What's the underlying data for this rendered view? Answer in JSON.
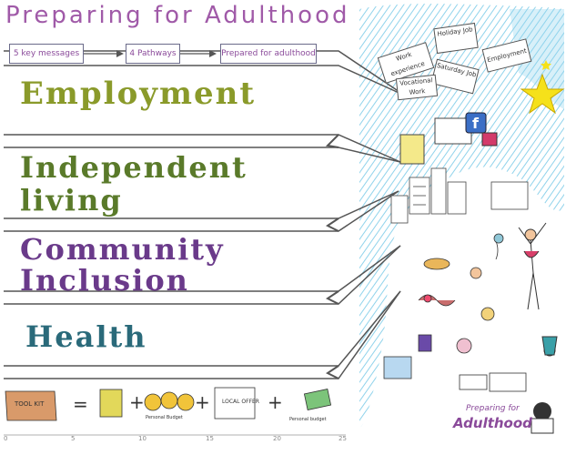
{
  "title": "Preparing for Adulthood",
  "flow": {
    "step1": "5 key messages",
    "step2": "4 Pathways",
    "step3": "Prepared for adulthood"
  },
  "pathways": {
    "employment": "Employment",
    "independent_line1": "Independent",
    "independent_line2": "living",
    "community_line1": "Community",
    "community_line2": "Inclusion",
    "health": "Health"
  },
  "notes": {
    "work_experience": "Work experience",
    "holiday_job": "Holiday Job",
    "employment": "Employment",
    "saturday_job": "Saturday Job",
    "vocational_work": "Vocational Work"
  },
  "toolkit": {
    "box_label": "TOOL KIT",
    "equals": "=",
    "plus": "+",
    "pound_label": "Personal Budget",
    "local_offer": "LOCAL OFFER",
    "personal_budget": "Personal budget"
  },
  "ruler": [
    "0",
    "5",
    "10",
    "15",
    "20",
    "25"
  ],
  "logo": {
    "line1": "Preparing for",
    "line2": "Adulthood"
  },
  "colors": {
    "title": "#a05aa8",
    "employment": "#8a9a2a",
    "independent": "#5a7a2a",
    "community": "#6a3a8a",
    "health": "#2a6a7a",
    "sky": "#8fd3ee"
  }
}
